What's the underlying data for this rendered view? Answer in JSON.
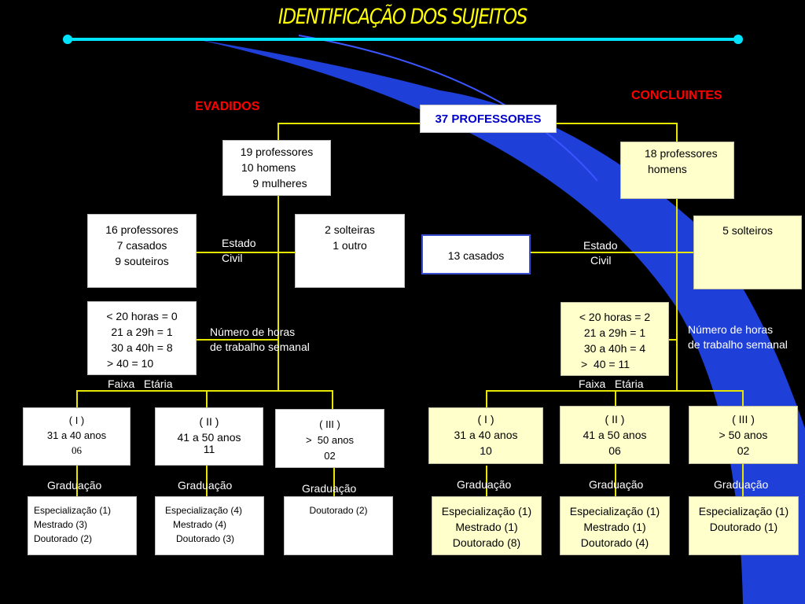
{
  "title": "IDENTIFICAÇÃO DOS SUJEITOS",
  "root": "37 PROFESSORES",
  "evadidos": {
    "label": "EVADIDOS",
    "group": [
      "19 professores",
      "10 homens",
      "9 mulheres"
    ],
    "estado_civil_label": [
      "Estado",
      "Civil"
    ],
    "civil_a": [
      "16 professores",
      "7 casados",
      "9 souteiros"
    ],
    "civil_b": [
      "2 solteiras",
      "1 outro"
    ],
    "horas": [
      "< 20 horas = 0",
      "21 a 29h = 1",
      "30 a 40h = 8",
      "> 40 = 10"
    ],
    "horas_label": [
      "Número de horas",
      "de trabalho semanal"
    ],
    "faixa_label": [
      "Faixa",
      "Etária"
    ],
    "ages": [
      {
        "roman": "( I )",
        "range": "31 a 40 anos",
        "count": "06"
      },
      {
        "roman": "( II )",
        "range": "41 a 50 anos",
        "count": "11"
      },
      {
        "roman": "( III )",
        "range": ">  50 anos",
        "count": "02"
      }
    ],
    "grad_label": "Graduação",
    "degrees": [
      [
        "Especialização (1)",
        "Mestrado (3)",
        "Doutorado (2)"
      ],
      [
        "Especialização (4)",
        "Mestrado (4)",
        "Doutorado (3)"
      ],
      [
        "Doutorado (2)"
      ]
    ]
  },
  "concluintes": {
    "label": "CONCLUINTES",
    "group": [
      "18 professores",
      "homens"
    ],
    "estado_civil_label": [
      "Estado",
      "Civil"
    ],
    "civil_a": [
      "13 casados"
    ],
    "civil_b": [
      "5 solteiros"
    ],
    "horas": [
      "< 20 horas = 2",
      "21 a 29h = 1",
      "30 a 40h = 4",
      ">  40 = 11"
    ],
    "horas_label": [
      "Número de horas",
      "de trabalho semanal"
    ],
    "faixa_label": [
      "Faixa",
      "Etária"
    ],
    "ages": [
      {
        "roman": "( I )",
        "range": "31 a 40 anos",
        "count": "10"
      },
      {
        "roman": "( II )",
        "range": "41 a 50 anos",
        "count": "06"
      },
      {
        "roman": "( III )",
        "range": "> 50 anos",
        "count": "02"
      }
    ],
    "grad_label": "Graduação",
    "degrees": [
      [
        "Especialização (1)",
        "Mestrado (1)",
        "Doutorado (8)"
      ],
      [
        "Especialização (1)",
        "Mestrado (1)",
        "Doutorado (4)"
      ],
      [
        "Especialização (1)",
        "Doutorado (1)"
      ]
    ]
  },
  "colors": {
    "background": "#000000",
    "title": "#ffff00",
    "rule": "#00e5ff",
    "side_label": "#ff0000",
    "root_text": "#0000cc",
    "connector": "#e6e600",
    "swoosh": "#1e3fd8",
    "white_box": "#ffffff",
    "cream_box": "#ffffcc"
  }
}
